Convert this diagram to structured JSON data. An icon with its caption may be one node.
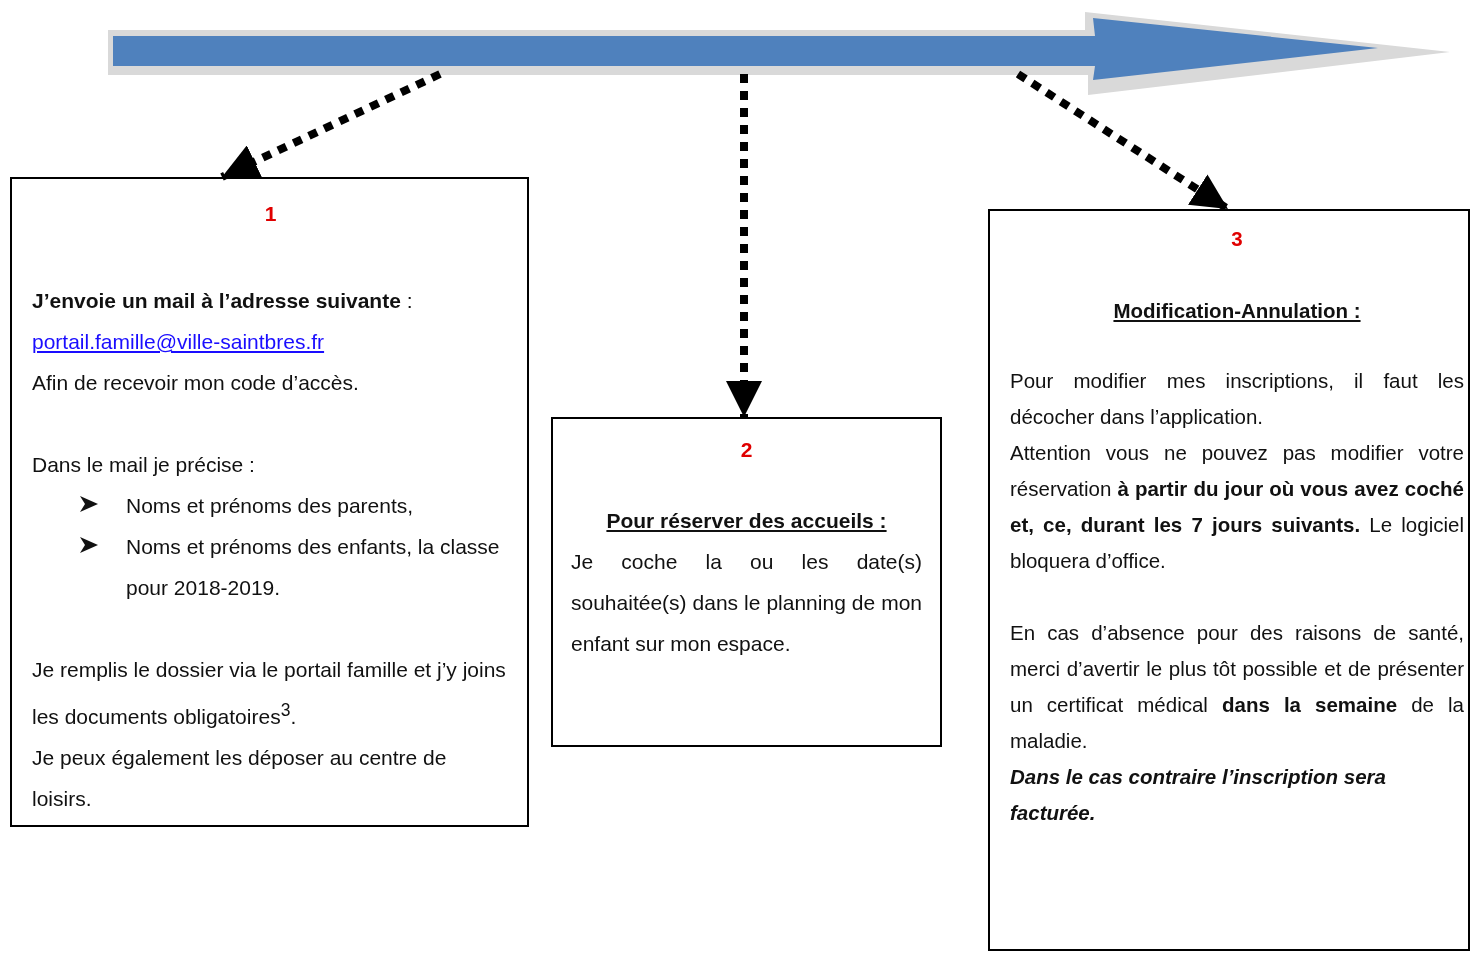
{
  "diagram": {
    "nodes": [
      {
        "text": [],
        "shape": "arrow"
      },
      {
        "text": [
          "1",
          "**J’envoie un mail à l’adresse suivante** :",
          "portail.famille@ville-saintbres.fr",
          "Afin de recevoir mon code d’accès.",
          "Dans le mail je précise :",
          "Noms et prénoms des parents,",
          "Noms et prénoms des enfants, la classe pour 2018-2019.",
          "Je remplis le dossier via le portail famille et j’y joins les documents obligatoires$^{3}$.",
          "Je peux également les déposer au centre de loisirs."
        ]
      },
      {
        "text": [
          "2",
          "Pour réserver des accueils :",
          "Je coche la ou les date(s) souhaitée(s) dans le planning de mon enfant sur mon espace."
        ]
      },
      {
        "text": [
          "3",
          "Modification-Annulation :",
          "Pour modifier mes inscriptions, il faut les décocher dans l’application.",
          "Attention vous ne pouvez pas modifier votre réservation **à partir du jour où vous avez coché et, ce, durant les 7 jours suivants.** Le logiciel bloquera d’office.",
          "En cas d’absence pour des raisons de santé, merci d’avertir le plus tôt possible et de présenter un certificat médical **dans la semaine** de la maladie.",
          "Dans le cas contraire l’inscription sera facturée."
        ]
      }
    ],
    "edges": [
      {
        "from": 0,
        "to": 1,
        "arrow": "to",
        "style": "dashed"
      },
      {
        "from": 0,
        "to": 2,
        "arrow": "to",
        "style": "dashed"
      },
      {
        "from": 0,
        "to": 3,
        "arrow": "to",
        "style": "dashed"
      }
    ]
  }
}
